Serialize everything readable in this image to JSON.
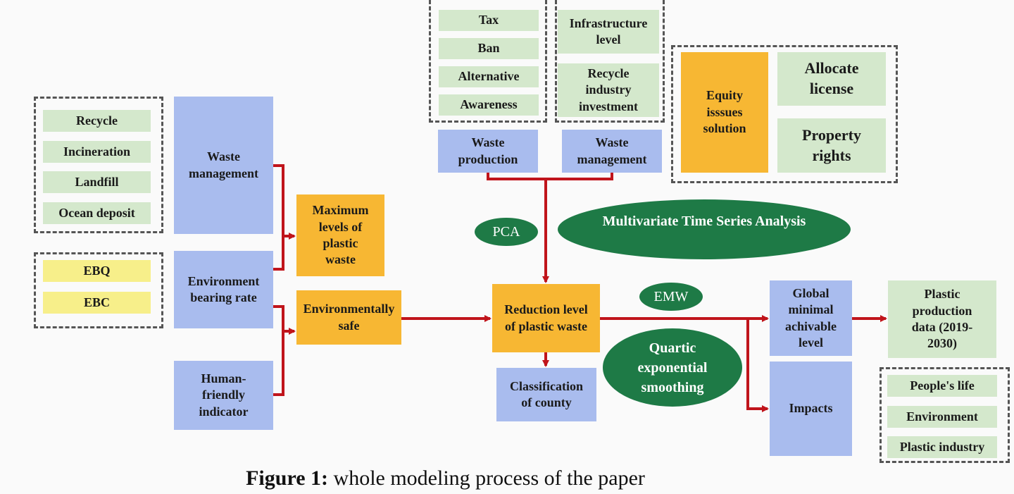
{
  "colors": {
    "blue": "#a9bcee",
    "orange": "#f7b733",
    "green": "#d4e8cc",
    "yellow": "#f7ef8a",
    "ellipse": "#1e7a46",
    "arrow": "#c0141b"
  },
  "left_group": {
    "items": [
      "Recycle",
      "Incineration",
      "Landfill",
      "Ocean deposit"
    ]
  },
  "eb_group": {
    "items": [
      "EBQ",
      "EBC"
    ]
  },
  "waste_management_left": "Waste management",
  "environment_bearing_rate": "Environment bearing rate",
  "human_friendly_indicator": "Human-friendly indicator",
  "maximum_levels": "Maximum levels of plastic waste",
  "environmentally_safe": "Environmentally safe",
  "policy_group": {
    "items": [
      "Tax",
      "Ban",
      "Alternative",
      "Awareness"
    ]
  },
  "infra_group": {
    "infrastructure": "Infrastructure level",
    "recycle_investment": "Recycle industry investment"
  },
  "waste_production": "Waste production",
  "waste_management_top": "Waste management",
  "equity_group": {
    "equity": "Equity isssues solution",
    "allocate": "Allocate license",
    "property": "Property rights"
  },
  "pca": "PCA",
  "mtsa": "Multivariate Time Series Analysis",
  "reduction_level": "Reduction level of plastic waste",
  "emw": "EMW",
  "quartic": "Quartic exponential smoothing",
  "classification": "Classification of county",
  "global_minimal": "Global minimal achivable level",
  "impacts": "Impacts",
  "plastic_production": "Plastic production data (2019-2030)",
  "impact_group": {
    "items": [
      "People's life",
      "Environment",
      "Plastic industry"
    ]
  },
  "caption": {
    "label": "Figure 1:",
    "text": " whole modeling process of the paper"
  }
}
